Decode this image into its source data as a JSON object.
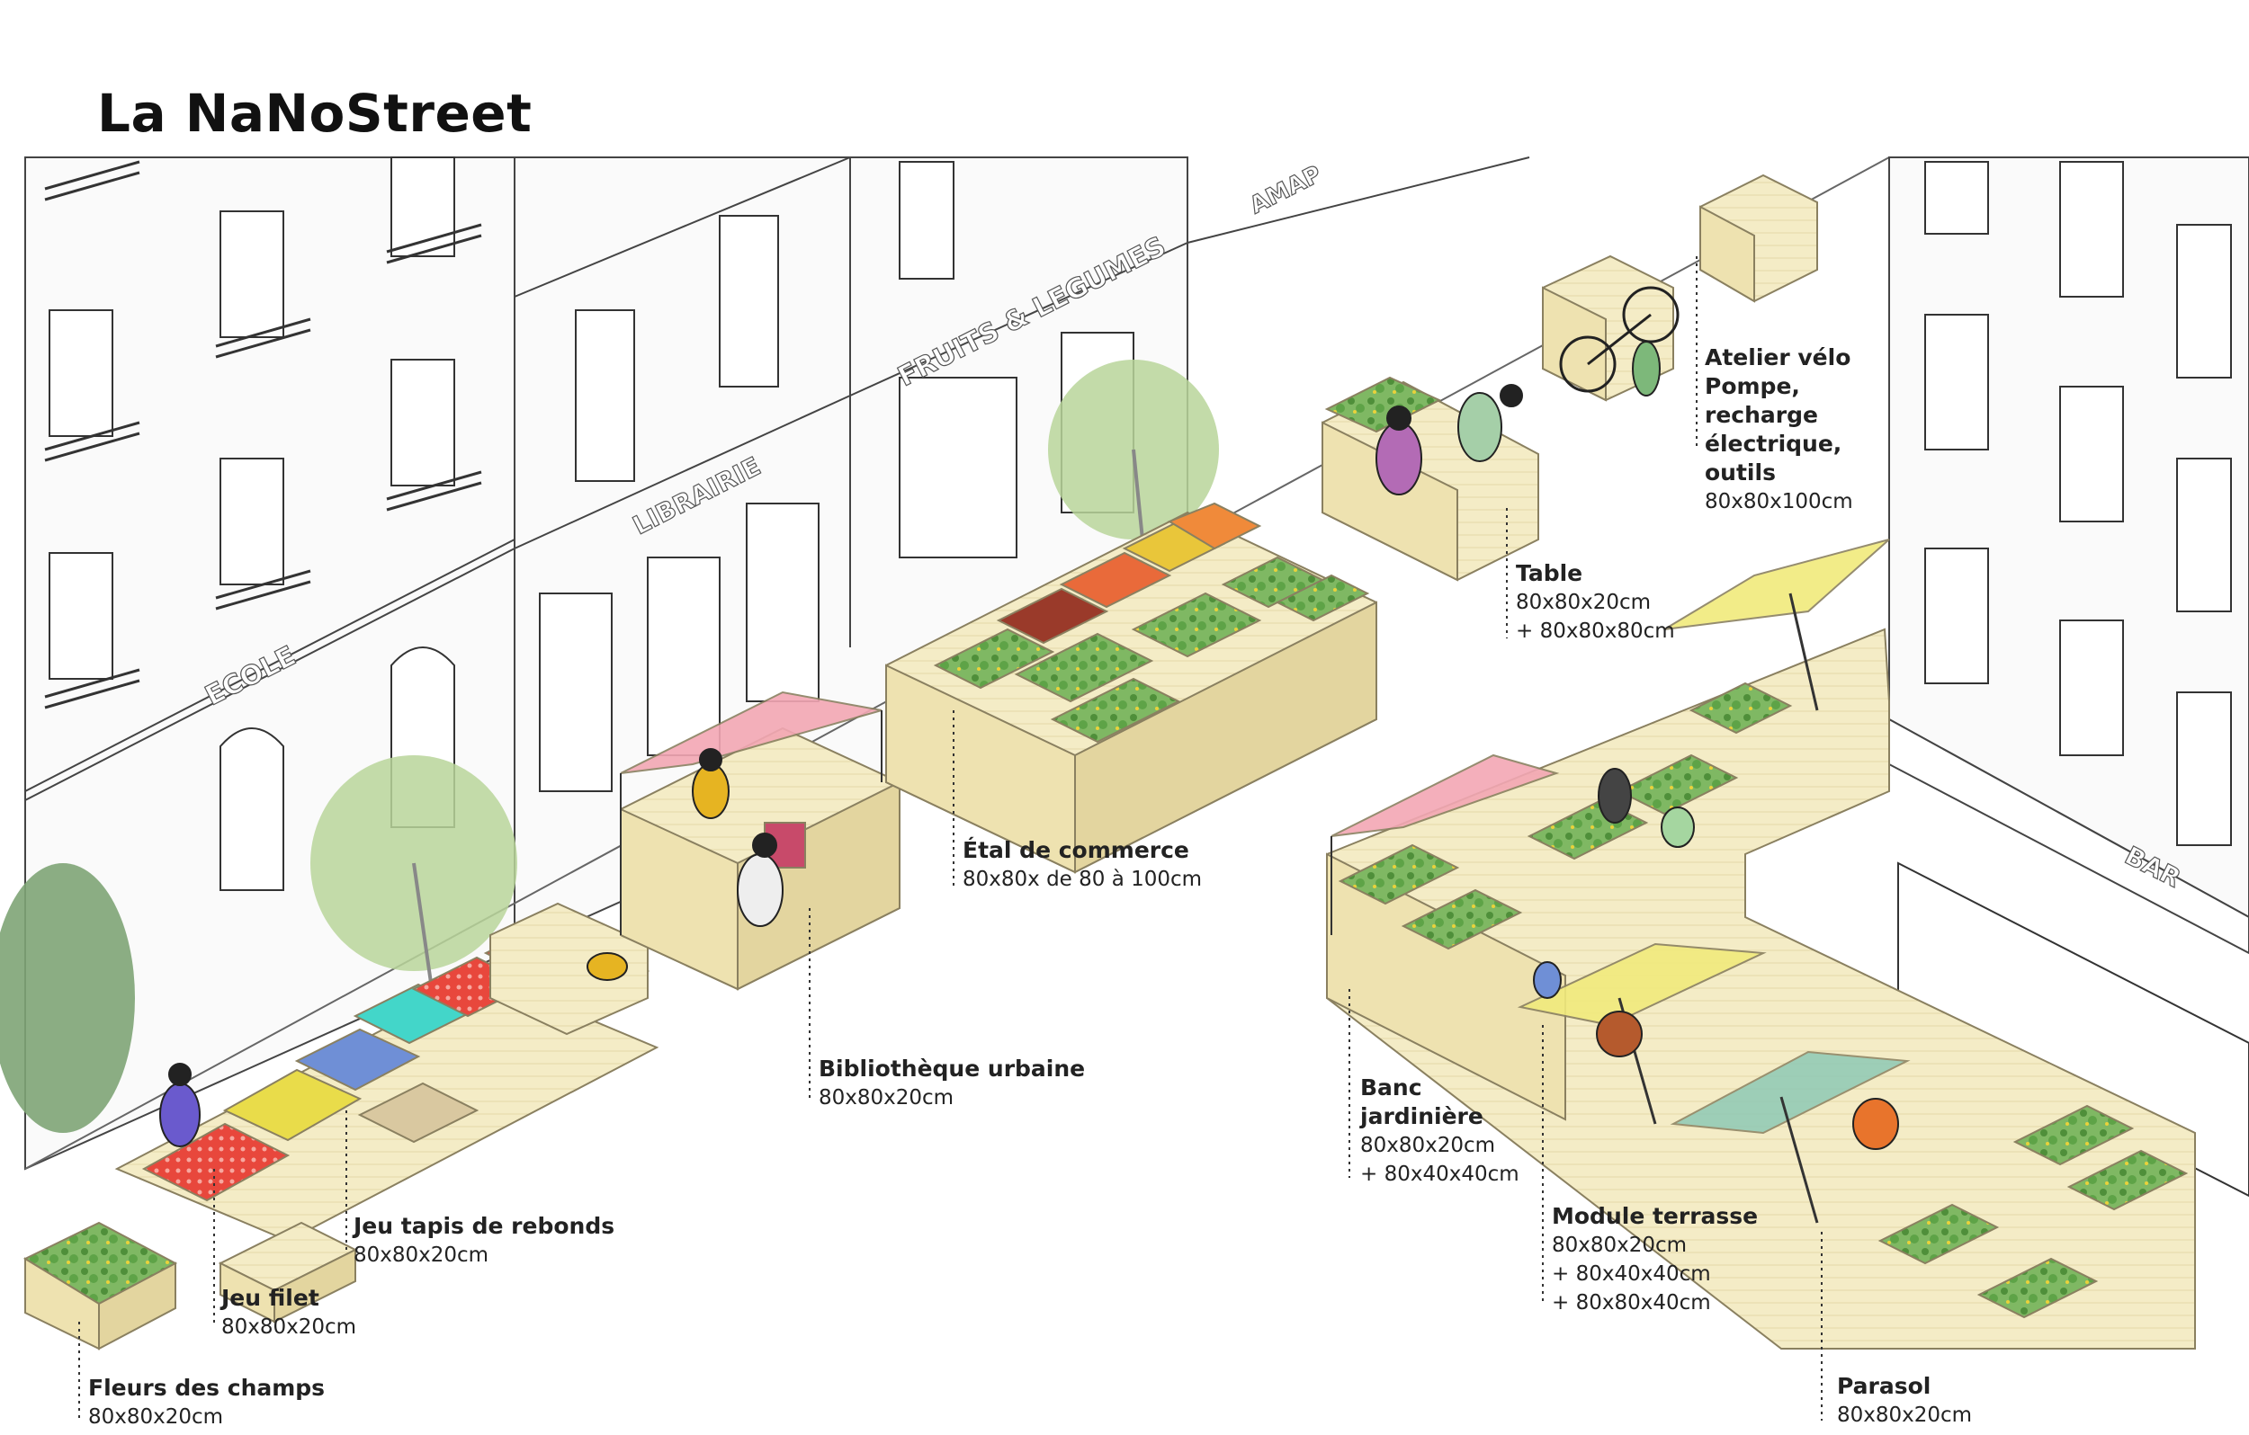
{
  "title": "La NaNoStreet",
  "signs": {
    "ecole": "ECOLE",
    "librairie": "LIBRAIRIE",
    "fruits": "FRUITS & LEGUMES",
    "amap": "AMAP",
    "bar": "BAR"
  },
  "callouts": [
    {
      "id": "fleurs",
      "title": "Fleurs des champs",
      "dims": [
        "80x80x20cm"
      ]
    },
    {
      "id": "jeu-filet",
      "title": "Jeu filet",
      "dims": [
        "80x80x20cm"
      ]
    },
    {
      "id": "jeu-tapis",
      "title": "Jeu tapis de rebonds",
      "dims": [
        "80x80x20cm"
      ]
    },
    {
      "id": "bibliotheque",
      "title": "Bibliothèque urbaine",
      "dims": [
        "80x80x20cm"
      ]
    },
    {
      "id": "etal",
      "title": "Étal de commerce",
      "dims": [
        "80x80x de 80 à 100cm"
      ]
    },
    {
      "id": "table",
      "title": "Table",
      "dims": [
        "80x80x20cm",
        "+ 80x80x80cm"
      ]
    },
    {
      "id": "atelier",
      "title": "Atelier vélo",
      "subtitle": "Pompe, recharge électrique, outils",
      "dims": [
        "80x80x100cm"
      ]
    },
    {
      "id": "banc",
      "title": "Banc jardinière",
      "dims": [
        "80x80x20cm",
        "+ 80x40x40cm"
      ]
    },
    {
      "id": "terrasse",
      "title": "Module terrasse",
      "dims": [
        "80x80x20cm",
        "+ 80x40x40cm",
        "+ 80x80x40cm"
      ]
    },
    {
      "id": "parasol",
      "title": "Parasol",
      "dims": [
        "80x80x20cm"
      ]
    }
  ],
  "colors": {
    "wood": "#f4ecc6",
    "woodLine": "#8a8060",
    "tree": "#b9d59a",
    "red": "#e8473c",
    "yellow": "#e9dc4a",
    "blue": "#6f8fd6",
    "cyan": "#43d6c9",
    "pink": "#f3a7b4",
    "parasolYellow": "#f1ea7c",
    "parasolGreen": "#8fc9b5"
  }
}
